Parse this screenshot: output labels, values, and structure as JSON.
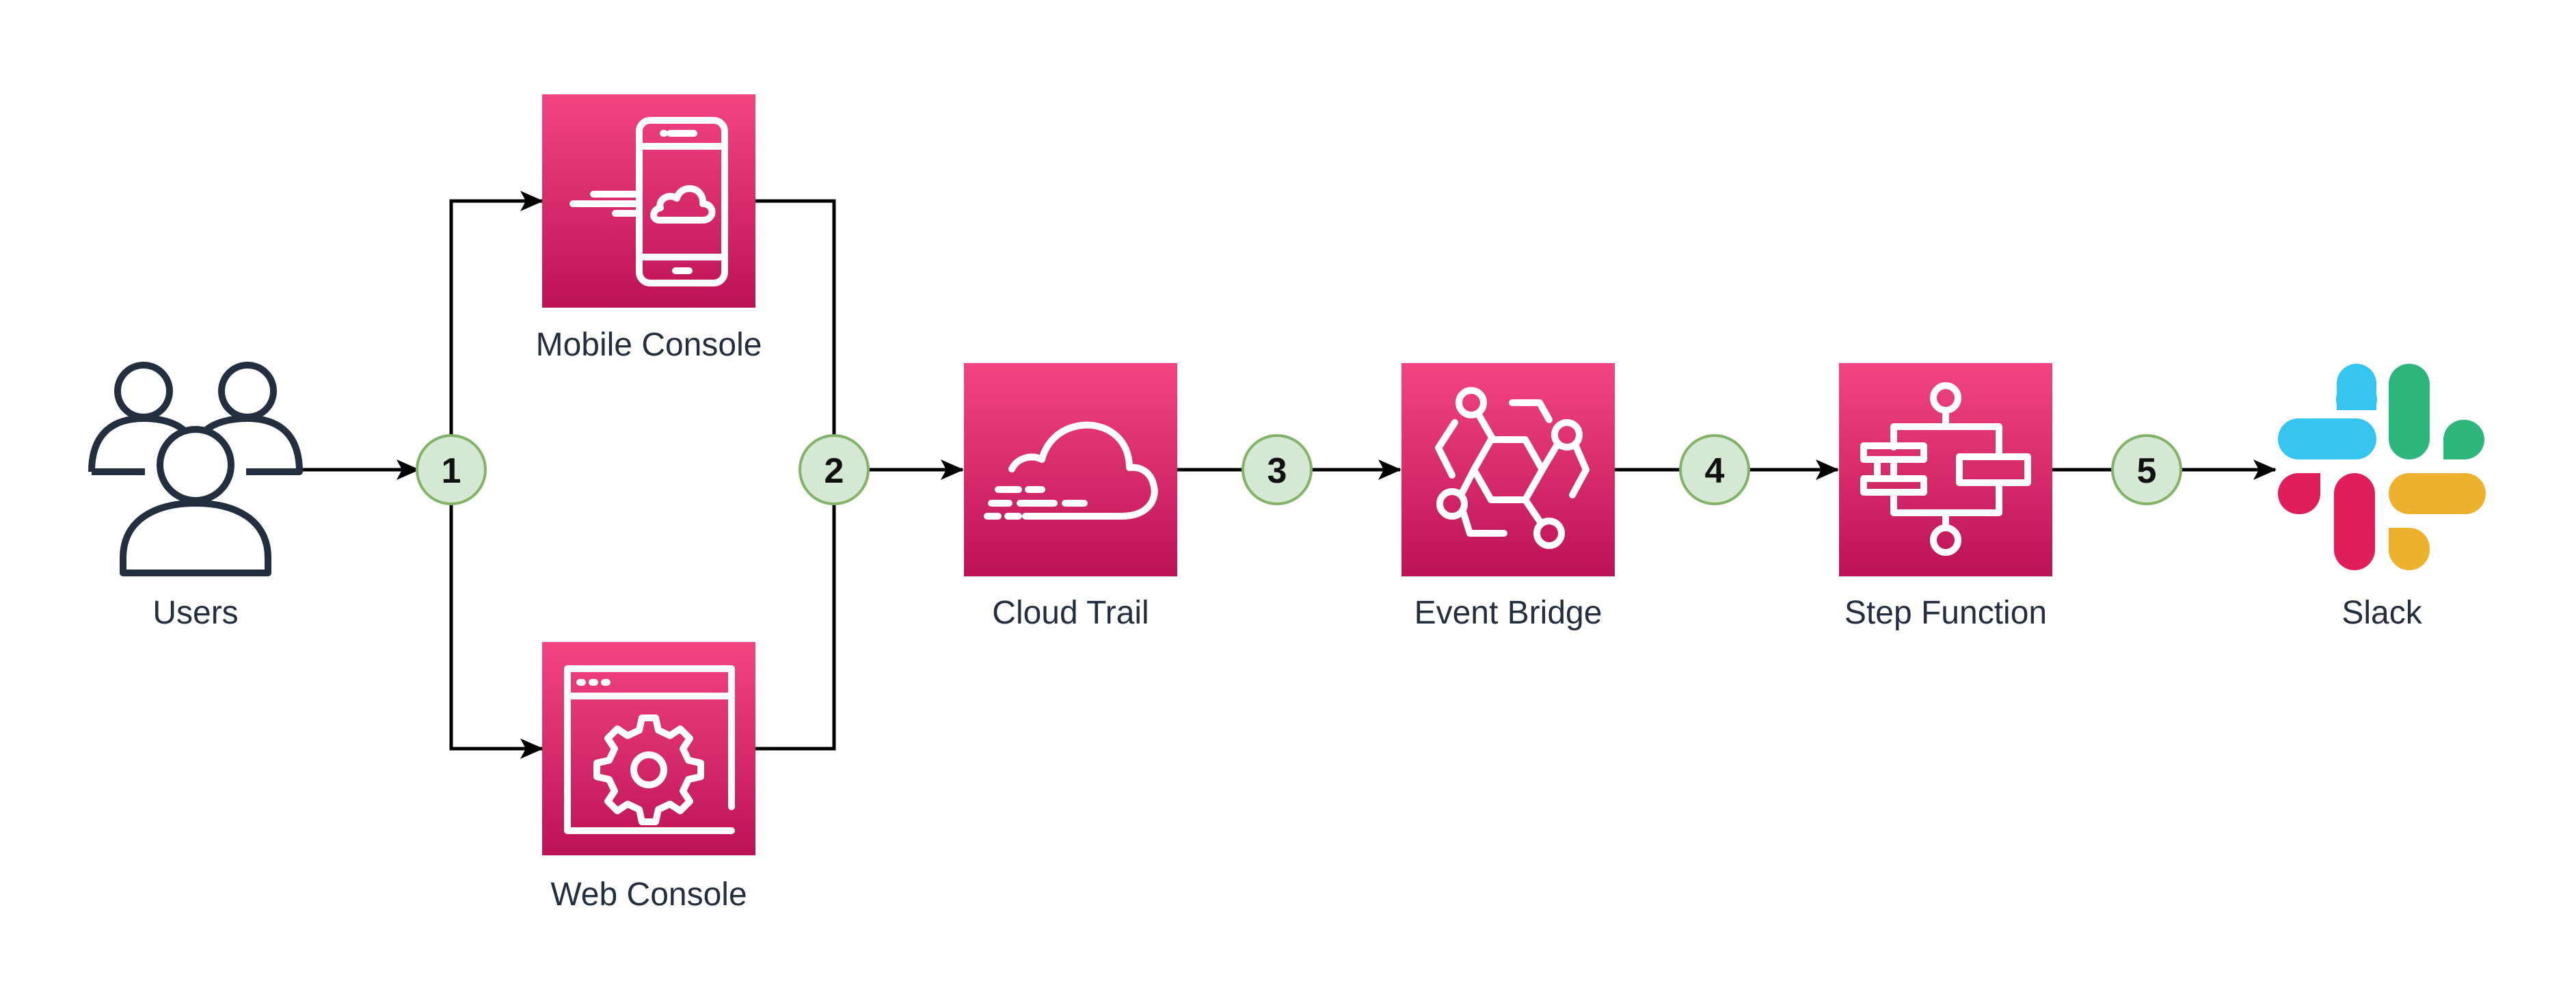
{
  "diagram": {
    "nodes": {
      "users": {
        "label": "Users",
        "icon": "users-icon"
      },
      "mobile_console": {
        "label": "Mobile Console",
        "icon": "mobile-console-icon"
      },
      "web_console": {
        "label": "Web Console",
        "icon": "web-console-icon"
      },
      "cloud_trail": {
        "label": "Cloud Trail",
        "icon": "cloudtrail-icon"
      },
      "event_bridge": {
        "label": "Event Bridge",
        "icon": "eventbridge-icon"
      },
      "step_function": {
        "label": "Step Function",
        "icon": "step-functions-icon"
      },
      "slack": {
        "label": "Slack",
        "icon": "slack-logo-icon"
      }
    },
    "steps": [
      "1",
      "2",
      "3",
      "4",
      "5"
    ],
    "colors": {
      "aws_tile_top": "#f34482",
      "aws_tile_bottom": "#bc1356",
      "step_circle_fill": "#d5e8d4",
      "step_circle_stroke": "#82b366",
      "users_stroke": "#232f3e",
      "slack_blue": "#36c5f0",
      "slack_green": "#2eb67d",
      "slack_yellow": "#ecb22e",
      "slack_red": "#e01e5a"
    }
  }
}
